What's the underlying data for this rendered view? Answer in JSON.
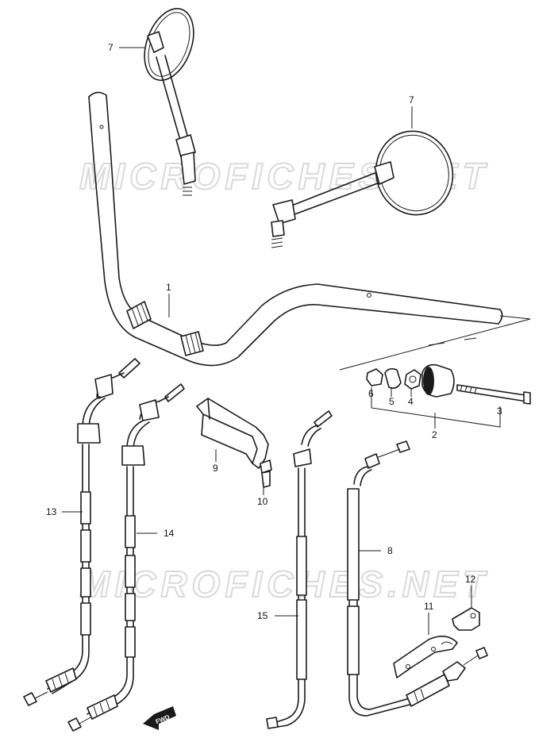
{
  "watermark": "MICROFICHES.NET",
  "fwd_label": "FWD",
  "callouts": {
    "c1": "1",
    "c2": "2",
    "c3": "3",
    "c4": "4",
    "c5": "5",
    "c6": "6",
    "c7a": "7",
    "c7b": "7",
    "c8": "8",
    "c9": "9",
    "c10": "10",
    "c11": "11",
    "c12": "12",
    "c13": "13",
    "c14": "14",
    "c15": "15"
  }
}
